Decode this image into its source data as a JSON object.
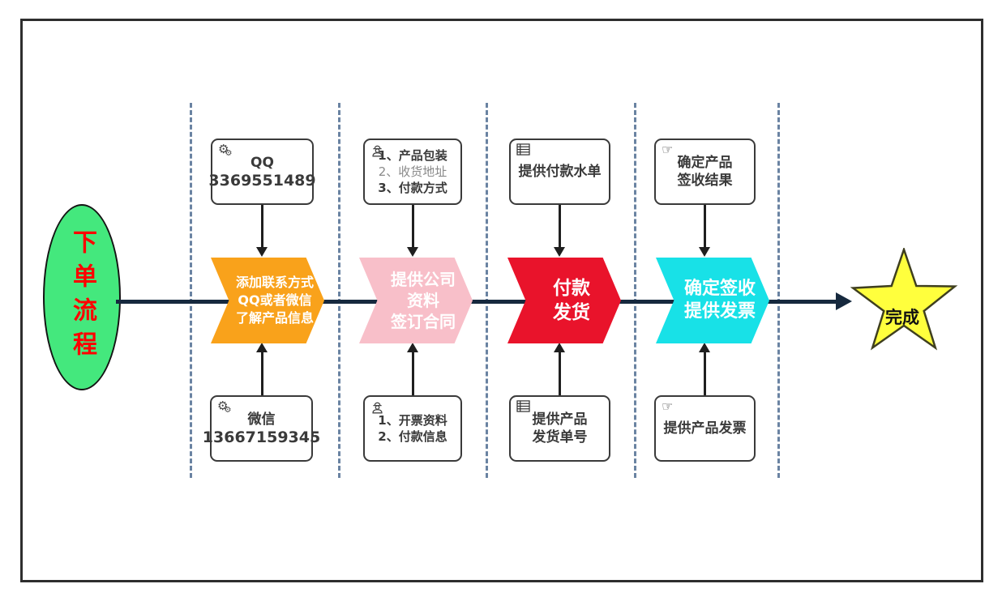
{
  "flow": {
    "start": {
      "label": "下单流程",
      "shape": "ellipse",
      "fill": "#44e87d",
      "text_color": "#ff0000"
    },
    "finish": {
      "label": "完成",
      "shape": "star",
      "fill": "#ffff3d"
    },
    "steps": [
      {
        "color": "#f9a21b",
        "lines": [
          "添加联系方式",
          "QQ或者微信",
          "了解产品信息"
        ]
      },
      {
        "color": "#f8bfc9",
        "lines": [
          "提供公司",
          "资料",
          "签订合同"
        ]
      },
      {
        "color": "#e9132b",
        "lines": [
          "付款",
          "发货"
        ]
      },
      {
        "color": "#18e1e7",
        "lines": [
          "确定签收",
          "提供发票"
        ]
      }
    ],
    "top_boxes": [
      {
        "icon": "gears-icon",
        "lines": [
          "QQ",
          "3369551489"
        ]
      },
      {
        "icon": "worker-icon",
        "lines": [
          "1、产品包装",
          "2、收货地址",
          "3、付款方式"
        ]
      },
      {
        "icon": "table-icon",
        "lines": [
          "提供付款水单"
        ]
      },
      {
        "icon": "hand-icon",
        "lines": [
          "确定产品",
          "签收结果"
        ]
      }
    ],
    "bottom_boxes": [
      {
        "icon": "gears-icon",
        "lines": [
          "微信",
          "13667159345"
        ]
      },
      {
        "icon": "worker-icon",
        "lines": [
          "1、开票资料",
          "2、付款信息"
        ]
      },
      {
        "icon": "table-icon",
        "lines": [
          "提供产品",
          "发货单号"
        ]
      },
      {
        "icon": "hand-icon",
        "lines": [
          "提供产品发票"
        ]
      }
    ],
    "colors": {
      "frame_border": "#2e2e2e",
      "lane_divider": "#6a83a2",
      "main_line": "#16293e",
      "connector": "#1f1f1f",
      "box_border": "#3a3a3a",
      "star_fill": "#ffff3d",
      "ellipse_fill": "#44e87d"
    }
  }
}
